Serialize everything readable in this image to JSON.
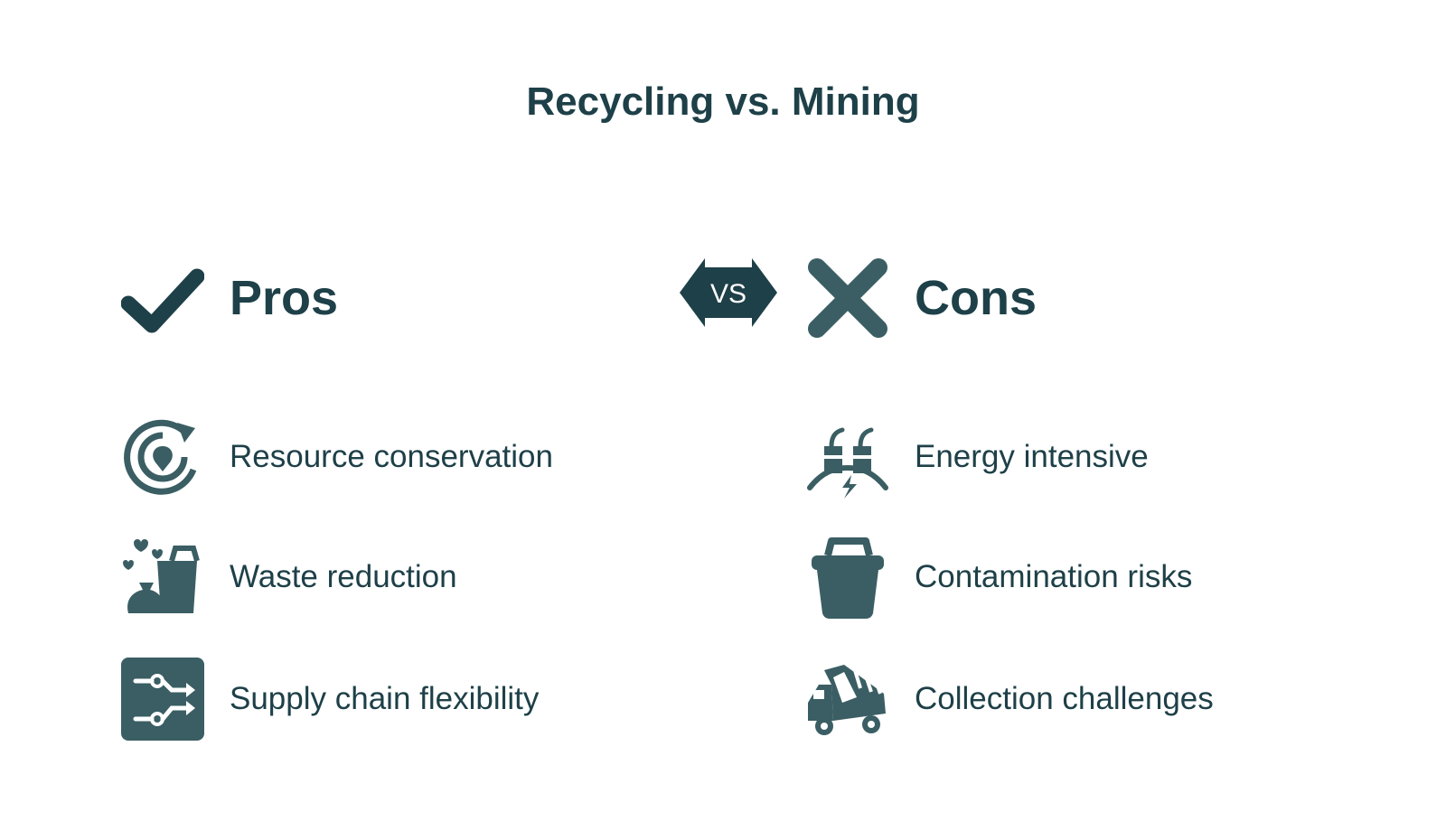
{
  "title": "Recycling vs. Mining",
  "colors": {
    "primary": "#1e4048",
    "icon": "#3a5e63",
    "background": "#ffffff"
  },
  "vs_badge": {
    "label": "VS",
    "icon": "vs-double-arrow-icon"
  },
  "pros": {
    "label": "Pros",
    "icon": "checkmark-icon",
    "items": [
      {
        "label": "Resource conservation",
        "icon": "resource-cycle-icon"
      },
      {
        "label": "Waste reduction",
        "icon": "waste-bags-icon"
      },
      {
        "label": "Supply chain flexibility",
        "icon": "supply-chain-icon"
      }
    ]
  },
  "cons": {
    "label": "Cons",
    "icon": "cross-icon",
    "items": [
      {
        "label": "Energy intensive",
        "icon": "factory-energy-icon"
      },
      {
        "label": "Contamination risks",
        "icon": "bucket-icon"
      },
      {
        "label": "Collection challenges",
        "icon": "dump-truck-icon"
      }
    ]
  }
}
